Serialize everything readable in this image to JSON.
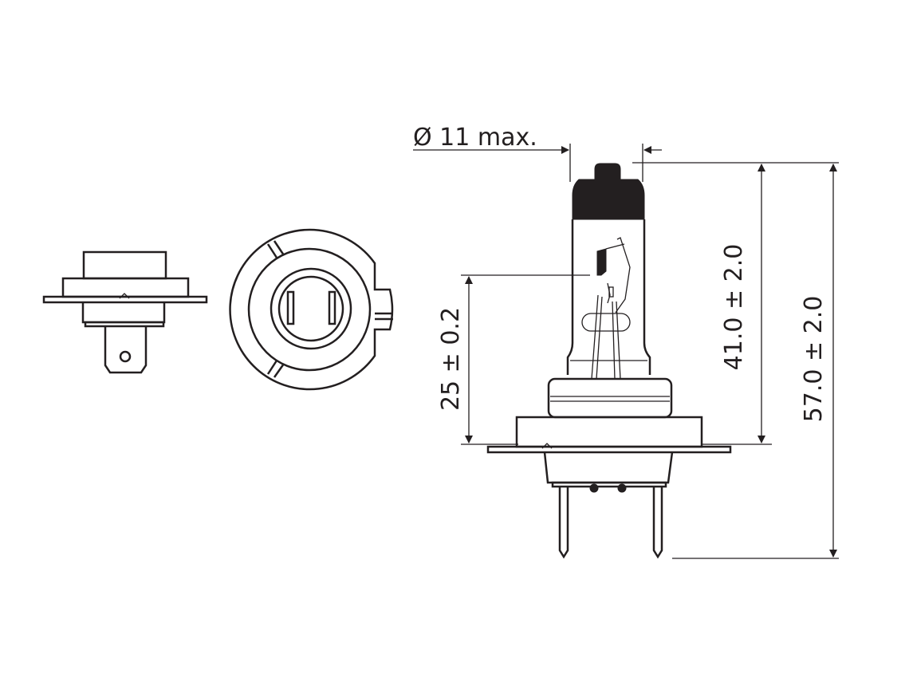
{
  "dimensions": {
    "diameter": "Ø 11 max.",
    "light_center_height": "25 ± 0.2",
    "glass_height": "41.0 ± 2.0",
    "overall_height": "57.0 ± 2.0"
  },
  "colors": {
    "line": "#231f20",
    "background": "#ffffff"
  }
}
